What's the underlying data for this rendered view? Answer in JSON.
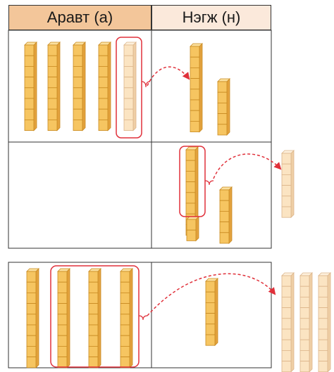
{
  "headers": {
    "tens": "Аравт (а)",
    "ones": "Нэгж (н)"
  },
  "colors": {
    "rod_fill": "#f6c561",
    "rod_stroke": "#c98a21",
    "rod_faded_fill": "#fbe4c2",
    "rod_faded_stroke": "#dcb58a",
    "highlight": "#e0303a",
    "arrow": "#e0303a",
    "grid_line": "#333333"
  },
  "rows": [
    {
      "tens_rods": 5,
      "tens_faded": 1,
      "ones_rods": 1,
      "ones_cubes": 4,
      "moved_out": 0
    },
    {
      "tens_rods": 0,
      "tens_faded": 0,
      "ones_rods": 1,
      "ones_cubes": 6,
      "moved_out": 1
    },
    {
      "tens_rods": 4,
      "tens_faded": 0,
      "ones_rods": 1,
      "ones_cubes": 0,
      "moved_out": 3
    }
  ]
}
